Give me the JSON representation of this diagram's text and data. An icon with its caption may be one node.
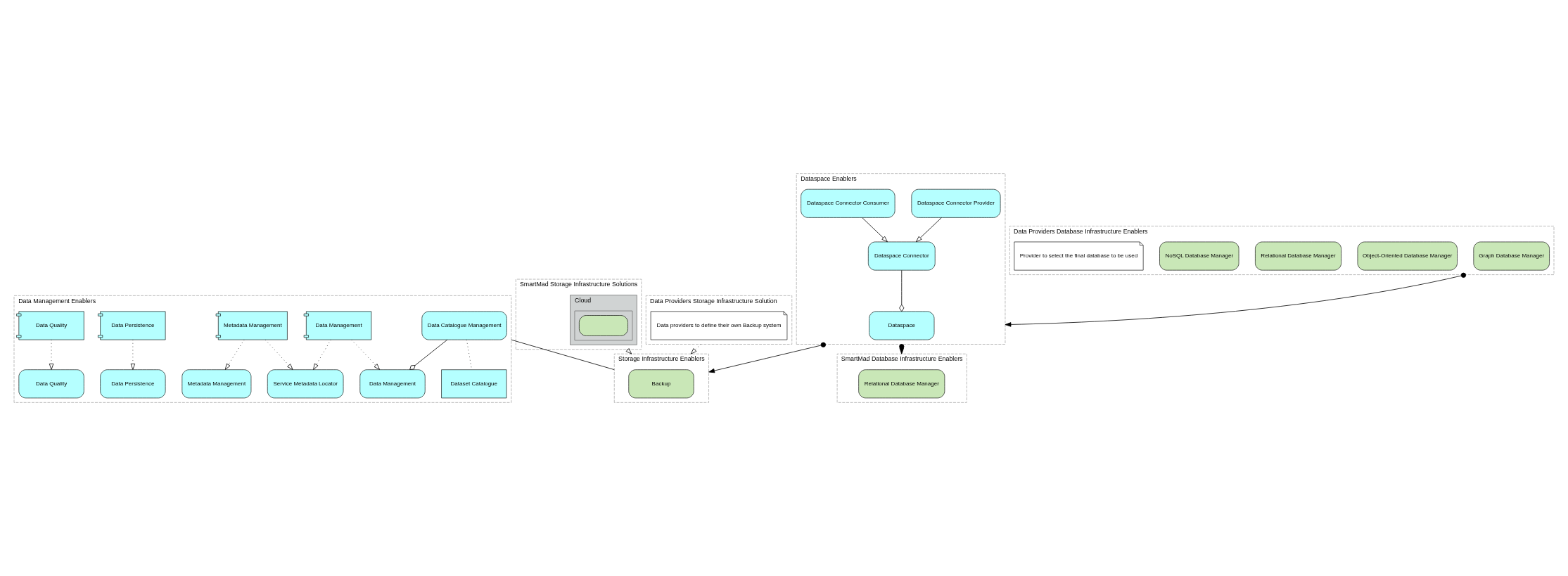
{
  "diagram": {
    "nodes": [
      {
        "text": [
          "Data Management Enablers"
        ]
      },
      {
        "text": [
          "Data Catalogue Management"
        ],
        "in": 0
      },
      {
        "text": [
          "Dataset Catalogue"
        ],
        "in": 0
      },
      {
        "text": [
          "Metadata Management"
        ],
        "in": 0
      },
      {
        "text": [
          "Data Persistence"
        ],
        "in": 0
      },
      {
        "text": [
          "Data Quality"
        ],
        "in": 0
      },
      {
        "text": [
          "Data Management"
        ],
        "in": 0
      },
      {
        "text": [
          "Metadata Management"
        ],
        "in": 0
      },
      {
        "text": [
          "Data Persistence"
        ],
        "in": 0
      },
      {
        "text": [
          "Data Quality"
        ],
        "in": 0
      },
      {
        "text": [
          "Data Management"
        ],
        "in": 0
      },
      {
        "text": [
          "Service Metadata Locator"
        ],
        "in": 0
      },
      {
        "text": [
          "Storage Infrastructure Enablers"
        ]
      },
      {
        "text": [
          "Backup"
        ],
        "in": 12
      },
      {
        "text": [
          "Dataspace Enablers"
        ]
      },
      {
        "text": [
          "Dataspace"
        ],
        "in": 14
      },
      {
        "text": [
          "Dataspace Connector"
        ],
        "in": 14
      },
      {
        "text": [
          "Dataspace Connector Provider"
        ],
        "in": 14
      },
      {
        "text": [
          "Dataspace Connector Consumer"
        ],
        "in": 14
      },
      {
        "text": [
          "SmartMad Database Infrastructure Enablers"
        ]
      },
      {
        "text": [
          "Relational Database Manager"
        ],
        "in": 19
      },
      {
        "text": [
          "Data Providers Database Infrastructure Enablers"
        ]
      },
      {
        "text": [
          "Graph Database Manager"
        ],
        "in": 21
      },
      {
        "text": [
          "Object-Oriented Database Manager"
        ],
        "in": 21
      },
      {
        "text": [
          "Relational Database Manager"
        ],
        "in": 21
      },
      {
        "text": [
          "NoSQL Database Manager"
        ],
        "in": 21
      },
      {
        "text": [
          "Provider to select the final database to be used"
        ],
        "in": 21
      },
      {
        "text": [
          "SmartMad Storage Infrastructure Solutions"
        ]
      },
      {
        "text": [
          "Cloud"
        ],
        "in": 27
      },
      {
        "text": [],
        "shape": "box",
        "in": 28
      },
      {
        "text": [],
        "shape": "box",
        "in": 29
      },
      {
        "text": [
          "Data Providers Storage Infrastructure Solution"
        ]
      },
      {
        "text": [
          "Data providers to define their own Backup system"
        ],
        "in": 31
      }
    ],
    "edges": [
      {
        "from": 1,
        "to": 2,
        "arrow": "none",
        "style": "dashed"
      },
      {
        "from": 1,
        "to": 6,
        "arrow": "other"
      },
      {
        "from": 7,
        "to": 3,
        "arrow": "to",
        "style": "dashed"
      },
      {
        "from": 8,
        "to": 4,
        "arrow": "to",
        "style": "dashed"
      },
      {
        "from": 9,
        "to": 5,
        "arrow": "to",
        "style": "dashed"
      },
      {
        "from": 10,
        "to": 6,
        "arrow": "to",
        "style": "dashed"
      },
      {
        "from": 7,
        "to": 11,
        "arrow": "to",
        "style": "dashed"
      },
      {
        "from": 10,
        "to": 11,
        "arrow": "to",
        "style": "dashed"
      },
      {
        "from": 0,
        "to": 12,
        "arrow": "none"
      },
      {
        "from": 14,
        "to": 12,
        "arrow": "to"
      },
      {
        "from": 16,
        "to": 15,
        "arrow": "other"
      },
      {
        "from": 17,
        "to": 16,
        "arrow": "to"
      },
      {
        "from": 18,
        "to": 16,
        "arrow": "to"
      },
      {
        "from": 14,
        "to": 19,
        "arrow": "to"
      },
      {
        "from": 21,
        "to": 14,
        "arrow": "to"
      },
      {
        "from": 27,
        "to": 12,
        "arrow": "to",
        "style": "dashed"
      },
      {
        "from": 31,
        "to": 12,
        "arrow": "to",
        "style": "dashed"
      }
    ]
  }
}
